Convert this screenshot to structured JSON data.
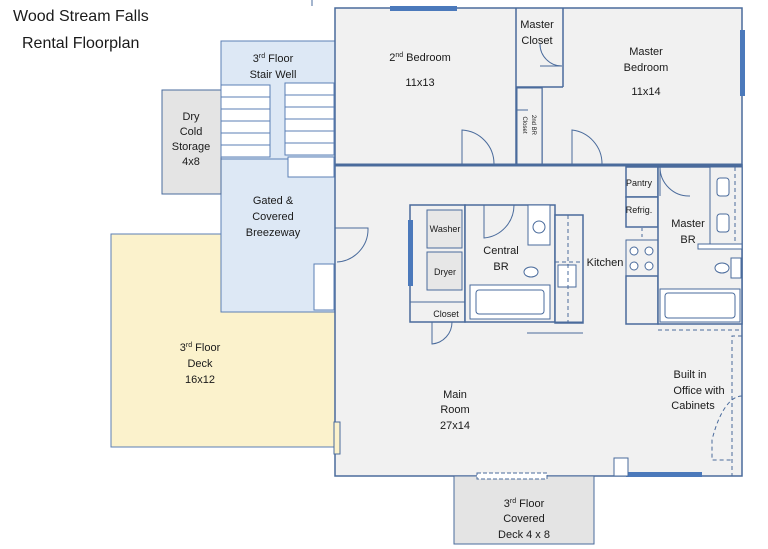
{
  "title": {
    "line1": "Wood Stream Falls",
    "line2": "Rental Floorplan"
  },
  "rooms": {
    "dry_cold_storage": {
      "name1": "Dry",
      "name2": "Cold",
      "name3": "Storage",
      "size": "4x8"
    },
    "stair_well": {
      "ordinal": "3",
      "sup": "rd",
      "name1": " Floor",
      "name2": "Stair Well"
    },
    "breezeway": {
      "name1": "Gated &",
      "name2": "Covered",
      "name3": "Breezeway"
    },
    "deck": {
      "ordinal": "3",
      "sup": "rd",
      "name1": " Floor",
      "name2": "Deck",
      "size": "16x12"
    },
    "second_bedroom": {
      "ordinal": "2",
      "sup": "nd",
      "name": " Bedroom",
      "size": "11x13"
    },
    "master_closet": {
      "name1": "Master",
      "name2": "Closet"
    },
    "second_br_closet": {
      "name1": "2nd BR",
      "name2": "Closet"
    },
    "master_bedroom": {
      "name1": "Master",
      "name2": "Bedroom",
      "size": "11x14"
    },
    "washer": {
      "name": "Washer"
    },
    "dryer": {
      "name": "Dryer"
    },
    "closet": {
      "name": "Closet"
    },
    "central_br": {
      "name1": "Central",
      "name2": "BR"
    },
    "kitchen": {
      "name": "Kitchen"
    },
    "pantry": {
      "name": "Pantry"
    },
    "refrig": {
      "name": "Refrig."
    },
    "master_br": {
      "name1": "Master",
      "name2": "BR"
    },
    "main_room": {
      "name1": "Main",
      "name2": "Room",
      "size": "27x14"
    },
    "office": {
      "name1": "Built in",
      "name2": "Office with",
      "name3": "Cabinets"
    },
    "covered_deck": {
      "ordinal": "3",
      "sup": "rd",
      "name1": " Floor",
      "name2": "Covered",
      "name3": "Deck 4 x 8"
    }
  },
  "colors": {
    "wall": "#4a6b9c",
    "wall_light": "#5b7fb5",
    "room_fill": "#f1f1f1",
    "blue_fill": "#dde8f5",
    "deck_fill": "#fbf2cc",
    "window": "#4b79bb",
    "grey_fill": "#e4e4e4"
  }
}
